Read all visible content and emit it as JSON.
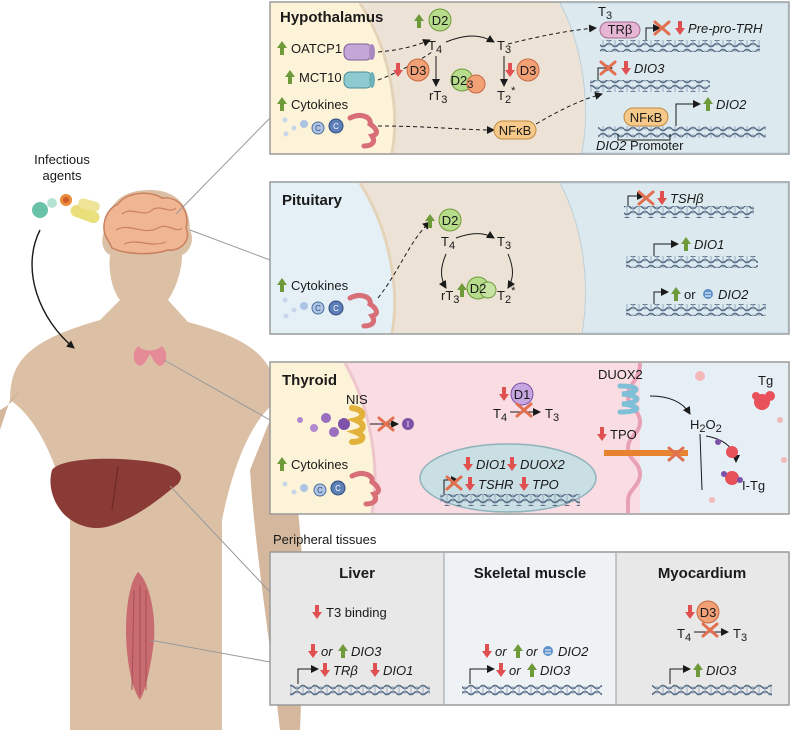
{
  "left": {
    "infectious": "Infectious",
    "agents": "agents"
  },
  "hypothalamus": {
    "title": "Hypothalamus",
    "oatcp1": "OATCP1",
    "mct10": "MCT10",
    "cytokines": "Cytokines",
    "d2": "D2",
    "d3_left": "D3",
    "d3_right": "D3",
    "d23": "D2",
    "d23_sub": "3",
    "t4": "T",
    "t4_sub": "4",
    "t3": "T",
    "t3_sub": "3",
    "rt3": "rT",
    "rt3_sub": "3",
    "t2": "T",
    "t2_sub": "2",
    "t2_sup": "*",
    "nfkb": "NFκB",
    "nfkb_promoter": "NFκB",
    "t3_top": "T",
    "t3_top_sub": "3",
    "trb": "TRβ",
    "pre_pro_trh": "Pre-pro-TRH",
    "dio3": "DIO3",
    "dio2": "DIO2",
    "dio2_promoter_gene": "DIO2",
    "dio2_promoter_word": "Promoter"
  },
  "pituitary": {
    "title": "Pituitary",
    "cytokines": "Cytokines",
    "d2_top": "D2",
    "d2_mid": "D2",
    "t4": "T",
    "t4_sub": "4",
    "t3": "T",
    "t3_sub": "3",
    "rt3": "rT",
    "rt3_sub": "3",
    "t2": "T",
    "t2_sub": "2",
    "t2_sup": "*",
    "tshb": "TSHβ",
    "dio1": "DIO1",
    "or": "or",
    "dio2": "DIO2"
  },
  "thyroid": {
    "title": "Thyroid",
    "nis": "NIS",
    "cytokines": "Cytokines",
    "d1": "D1",
    "t4": "T",
    "t4_sub": "4",
    "t3": "T",
    "t3_sub": "3",
    "dio1": "DIO1",
    "duox2_gene": "DUOX2",
    "tshr": "TSHR",
    "tpo_gene": "TPO",
    "duox2": "DUOX2",
    "tpo": "TPO",
    "h2o2": "H",
    "h2o2_mid": "2",
    "h2o2_end": "O",
    "h2o2_end_sub": "2",
    "tg": "Tg",
    "itg": "I-Tg",
    "iodide": "I"
  },
  "peripheral": {
    "heading": "Peripheral tissues",
    "liver": {
      "title": "Liver",
      "t3_binding": "T3 binding",
      "or": "or",
      "dio3": "DIO3",
      "trb": "TRβ",
      "dio1": "DIO1"
    },
    "muscle": {
      "title": "Skeletal muscle",
      "or1": "or",
      "or2": "or",
      "dio2": "DIO2",
      "or3": "or",
      "dio3": "DIO3"
    },
    "myo": {
      "title": "Myocardium",
      "d3": "D3",
      "t4": "T",
      "t4_sub": "4",
      "t3": "T",
      "t3_sub": "3",
      "dio3": "DIO3"
    }
  },
  "colors": {
    "up": "#6f9a3a",
    "down": "#e05050",
    "panel_yellow": "#fcf3d8",
    "panel_beige": "#ece2d6",
    "panel_blue": "#dceaef",
    "panel_pink": "#f9dde2",
    "skin": "#dcc0a6"
  }
}
